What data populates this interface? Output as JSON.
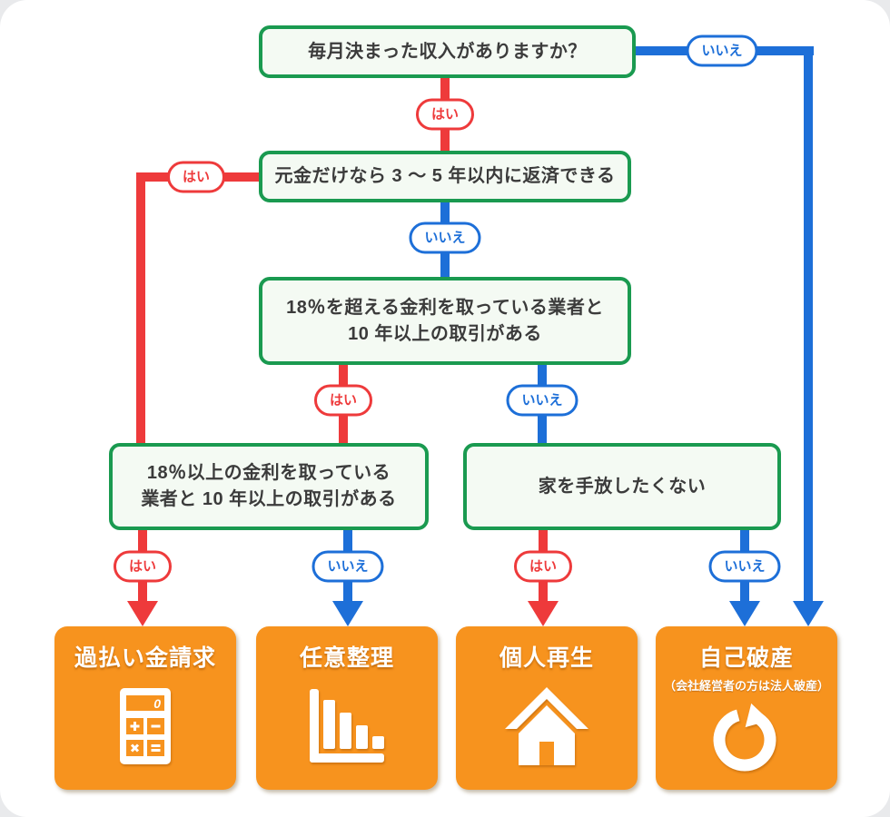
{
  "colors": {
    "red": "#ee3a3b",
    "blue": "#1d6fd8",
    "green": "#1a9a50",
    "green_fill": "#f4faf3",
    "orange": "#f7931e",
    "text": "#3b3b3b"
  },
  "labels": {
    "yes": "はい",
    "no": "いいえ"
  },
  "questions": {
    "income": {
      "text": "毎月決まった収入がありますか？"
    },
    "repay_3_5_years": {
      "text": "元金だけなら 3 〜 5 年以内に返済できる"
    },
    "interest_over_18": {
      "line1": "18％を超える金利を取っている業者と",
      "line2": "10 年以上の取引がある"
    },
    "interest_18_plus": {
      "line1": "18％以上の金利を取っている",
      "line2": "業者と 10 年以上の取引がある"
    },
    "keep_house": {
      "text": "家を手放したくない"
    }
  },
  "outcomes": [
    {
      "title": "過払い金請求",
      "icon": "calculator-icon"
    },
    {
      "title": "任意整理",
      "icon": "bar-chart-icon"
    },
    {
      "title": "個人再生",
      "icon": "house-icon"
    },
    {
      "title": "自己破産",
      "subtitle": "（会社経営者の方は法人破産）",
      "icon": "refresh-arrow-icon"
    }
  ]
}
